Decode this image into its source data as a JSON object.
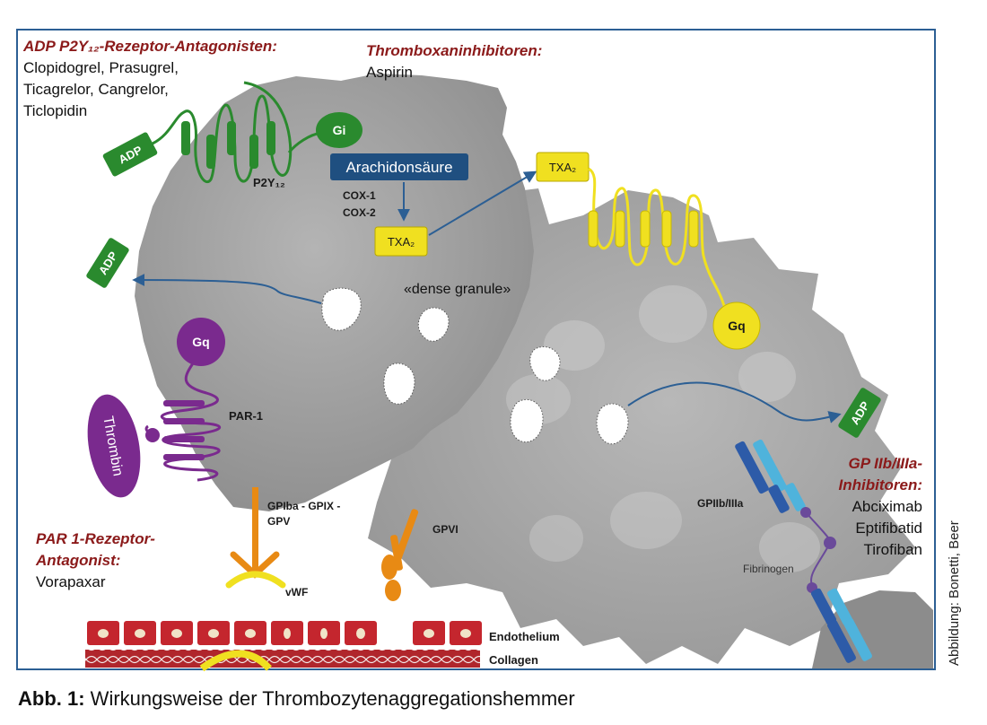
{
  "frame": {
    "border_color": "#2c5f94"
  },
  "colors": {
    "p2y12": "#2a8a2e",
    "txa2": "#f0e020",
    "par1": "#7a2a8e",
    "gp": "#2d5ba8",
    "gpib": "#e88a14",
    "arrow": "#2c5f94",
    "drug_title": "#8b1a1a",
    "endothelium": "#c4262e"
  },
  "drug_groups": {
    "adp": {
      "title": "ADP P2Y₁₂-Rezeptor-Antagonisten:",
      "lines": [
        "Clopidogrel, Prasugrel,",
        "Ticagrelor, Cangrelor,",
        "Ticlopidin"
      ]
    },
    "thromboxane": {
      "title": "Thromboxaninhibitoren:",
      "lines": [
        "Aspirin"
      ]
    },
    "par1": {
      "title_lines": [
        "PAR 1-Rezeptor-",
        "Antagonist:"
      ],
      "lines": [
        "Vorapaxar"
      ]
    },
    "gp2b3a": {
      "title_lines": [
        "GP IIb/IIIa-",
        "Inhibitoren:"
      ],
      "lines": [
        "Abciximab",
        "Eptifibatid",
        "Tirofiban"
      ]
    }
  },
  "labels": {
    "adp_receptor": "ADP",
    "adp_released_left": "ADP",
    "adp_released_right": "ADP",
    "gi": "Gi",
    "p2y12": "P2Y₁₂",
    "arachidonsaeure": "Arachidonsäure",
    "cox1": "COX-1",
    "cox2": "COX-2",
    "txa2_inner": "TXA₂",
    "txa2_outer": "TXA₂",
    "gq_yellow": "Gq",
    "gq_purple": "Gq",
    "dense_granule": "«dense granule»",
    "par1": "PAR-1",
    "thrombin": "Thrombin",
    "gpib": "GPIba - GPIX -",
    "gpv": "GPV",
    "vwf": "vWF",
    "gpvi": "GPVI",
    "gp2b3a": "GPIIb/IIIa",
    "fibrinogen": "Fibrinogen",
    "endothelium": "Endothelium",
    "collagen": "Collagen"
  },
  "credit": "Abbildung: Bonetti, Beer",
  "caption": {
    "bold": "Abb. 1:",
    "text": " Wirkungsweise der Thrombozytenaggregationshemmer"
  }
}
